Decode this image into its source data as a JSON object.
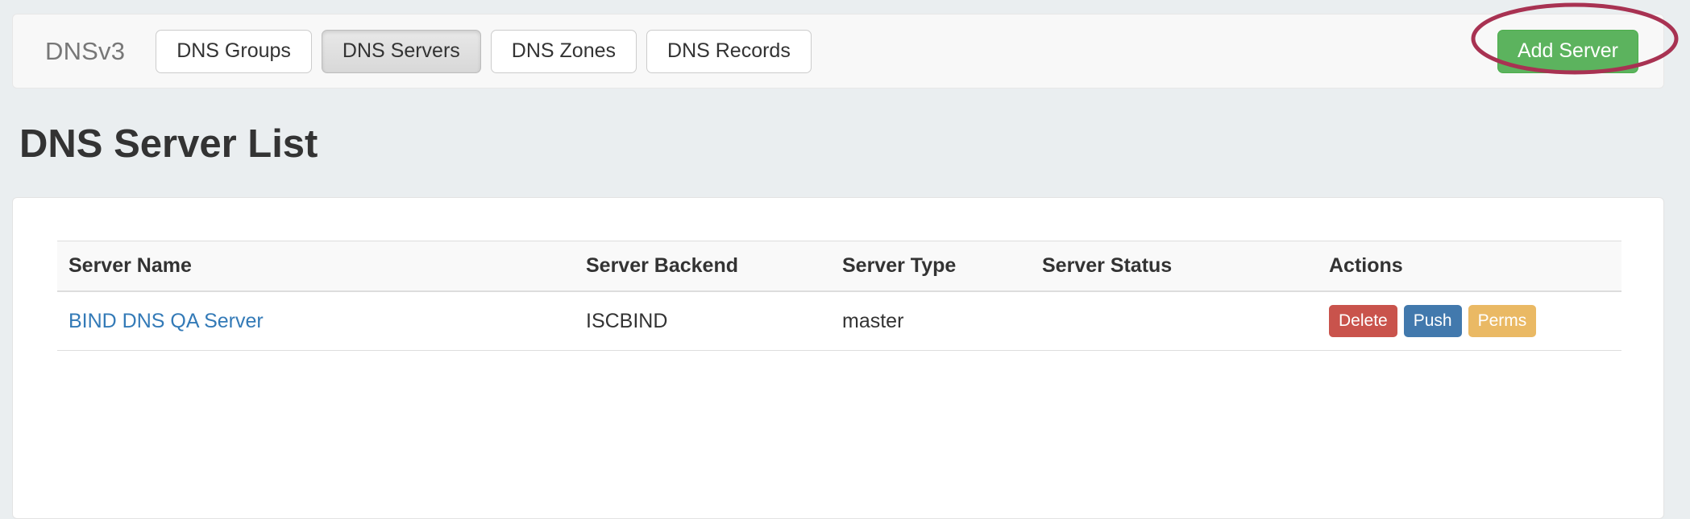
{
  "navbar": {
    "brand": "DNSv3",
    "tabs": [
      {
        "label": "DNS Groups",
        "active": false
      },
      {
        "label": "DNS Servers",
        "active": true
      },
      {
        "label": "DNS Zones",
        "active": false
      },
      {
        "label": "DNS Records",
        "active": false
      }
    ],
    "add_button": {
      "label": "Add Server",
      "color": "#5cb35e"
    }
  },
  "annotation": {
    "shape": "ellipse",
    "target": "Add Server",
    "color": "#a83252"
  },
  "page": {
    "title": "DNS Server List"
  },
  "table": {
    "columns": [
      "Server Name",
      "Server Backend",
      "Server Type",
      "Server Status",
      "Actions"
    ],
    "rows": [
      {
        "server_name": "BIND DNS QA Server",
        "server_backend": "ISCBIND",
        "server_type": "master",
        "server_status": "",
        "actions": [
          {
            "label": "Delete",
            "color": "#c9534c"
          },
          {
            "label": "Push",
            "color": "#4279ad"
          },
          {
            "label": "Perms",
            "color": "#eab964"
          }
        ]
      }
    ]
  }
}
